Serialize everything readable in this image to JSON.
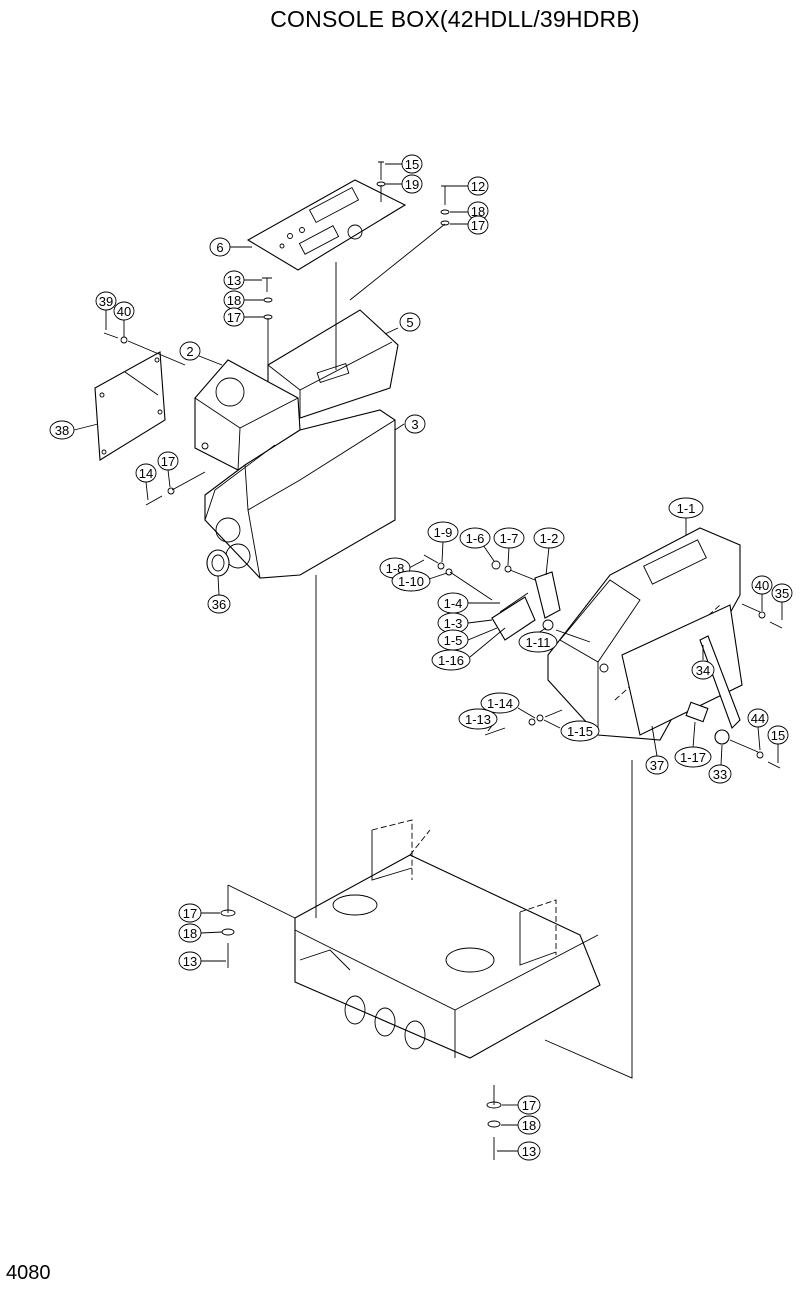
{
  "title": "CONSOLE BOX(42HDLL/39HDRB)",
  "page_number": "4080",
  "callouts": [
    {
      "id": "15a",
      "text": "15"
    },
    {
      "id": "19",
      "text": "19"
    },
    {
      "id": "12",
      "text": "12"
    },
    {
      "id": "18a",
      "text": "18"
    },
    {
      "id": "17a",
      "text": "17"
    },
    {
      "id": "6",
      "text": "6"
    },
    {
      "id": "13a",
      "text": "13"
    },
    {
      "id": "18b",
      "text": "18"
    },
    {
      "id": "17b",
      "text": "17"
    },
    {
      "id": "5",
      "text": "5"
    },
    {
      "id": "39",
      "text": "39"
    },
    {
      "id": "40a",
      "text": "40"
    },
    {
      "id": "2",
      "text": "2"
    },
    {
      "id": "3",
      "text": "3"
    },
    {
      "id": "38",
      "text": "38"
    },
    {
      "id": "14",
      "text": "14"
    },
    {
      "id": "17c",
      "text": "17"
    },
    {
      "id": "36",
      "text": "36"
    },
    {
      "id": "1-1",
      "text": "1-1"
    },
    {
      "id": "1-9",
      "text": "1-9"
    },
    {
      "id": "1-6",
      "text": "1-6"
    },
    {
      "id": "1-7",
      "text": "1-7"
    },
    {
      "id": "1-2",
      "text": "1-2"
    },
    {
      "id": "1-8",
      "text": "1-8"
    },
    {
      "id": "1-10",
      "text": "1-10"
    },
    {
      "id": "40b",
      "text": "40"
    },
    {
      "id": "35",
      "text": "35"
    },
    {
      "id": "1-4",
      "text": "1-4"
    },
    {
      "id": "1-3",
      "text": "1-3"
    },
    {
      "id": "1-5",
      "text": "1-5"
    },
    {
      "id": "1-11",
      "text": "1-11"
    },
    {
      "id": "1-16",
      "text": "1-16"
    },
    {
      "id": "34",
      "text": "34"
    },
    {
      "id": "1-14",
      "text": "1-14"
    },
    {
      "id": "1-13",
      "text": "1-13"
    },
    {
      "id": "1-15",
      "text": "1-15"
    },
    {
      "id": "44",
      "text": "44"
    },
    {
      "id": "15b",
      "text": "15"
    },
    {
      "id": "37",
      "text": "37"
    },
    {
      "id": "1-17",
      "text": "1-17"
    },
    {
      "id": "33",
      "text": "33"
    },
    {
      "id": "17d",
      "text": "17"
    },
    {
      "id": "18c",
      "text": "18"
    },
    {
      "id": "13b",
      "text": "13"
    },
    {
      "id": "17e",
      "text": "17"
    },
    {
      "id": "18d",
      "text": "18"
    },
    {
      "id": "13c",
      "text": "13"
    }
  ]
}
